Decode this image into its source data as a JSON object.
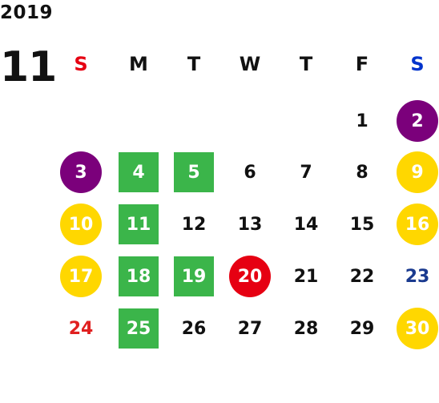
{
  "calendar": {
    "year": "2019",
    "month": "11",
    "weekdays": [
      {
        "label": "S",
        "color": "#e60012"
      },
      {
        "label": "M",
        "color": "#111111"
      },
      {
        "label": "T",
        "color": "#111111"
      },
      {
        "label": "W",
        "color": "#111111"
      },
      {
        "label": "T",
        "color": "#111111"
      },
      {
        "label": "F",
        "color": "#111111"
      },
      {
        "label": "S",
        "color": "#0033cc"
      }
    ],
    "days": [
      {
        "label": "1",
        "col": 5,
        "row": 0,
        "text_color": "#111111"
      },
      {
        "label": "2",
        "col": 6,
        "row": 0,
        "shape": "circle",
        "bg": "#7b007b",
        "text_color": "#ffffff"
      },
      {
        "label": "3",
        "col": 0,
        "row": 1,
        "shape": "circle",
        "bg": "#7b007b",
        "text_color": "#ffffff"
      },
      {
        "label": "4",
        "col": 1,
        "row": 1,
        "shape": "square",
        "bg": "#3bb54a",
        "text_color": "#ffffff"
      },
      {
        "label": "5",
        "col": 2,
        "row": 1,
        "shape": "square",
        "bg": "#3bb54a",
        "text_color": "#ffffff"
      },
      {
        "label": "6",
        "col": 3,
        "row": 1,
        "text_color": "#111111"
      },
      {
        "label": "7",
        "col": 4,
        "row": 1,
        "text_color": "#111111"
      },
      {
        "label": "8",
        "col": 5,
        "row": 1,
        "text_color": "#111111"
      },
      {
        "label": "9",
        "col": 6,
        "row": 1,
        "shape": "circle",
        "bg": "#ffd700",
        "text_color": "#ffffff"
      },
      {
        "label": "10",
        "col": 0,
        "row": 2,
        "shape": "circle",
        "bg": "#ffd700",
        "text_color": "#ffffff"
      },
      {
        "label": "11",
        "col": 1,
        "row": 2,
        "shape": "square",
        "bg": "#3bb54a",
        "text_color": "#ffffff"
      },
      {
        "label": "12",
        "col": 2,
        "row": 2,
        "text_color": "#111111"
      },
      {
        "label": "13",
        "col": 3,
        "row": 2,
        "text_color": "#111111"
      },
      {
        "label": "14",
        "col": 4,
        "row": 2,
        "text_color": "#111111"
      },
      {
        "label": "15",
        "col": 5,
        "row": 2,
        "text_color": "#111111"
      },
      {
        "label": "16",
        "col": 6,
        "row": 2,
        "shape": "circle",
        "bg": "#ffd700",
        "text_color": "#ffffff"
      },
      {
        "label": "17",
        "col": 0,
        "row": 3,
        "shape": "circle",
        "bg": "#ffd700",
        "text_color": "#ffffff"
      },
      {
        "label": "18",
        "col": 1,
        "row": 3,
        "shape": "square",
        "bg": "#3bb54a",
        "text_color": "#ffffff"
      },
      {
        "label": "19",
        "col": 2,
        "row": 3,
        "shape": "square",
        "bg": "#3bb54a",
        "text_color": "#ffffff"
      },
      {
        "label": "20",
        "col": 3,
        "row": 3,
        "shape": "circle",
        "bg": "#e60012",
        "text_color": "#ffffff"
      },
      {
        "label": "21",
        "col": 4,
        "row": 3,
        "text_color": "#111111"
      },
      {
        "label": "22",
        "col": 5,
        "row": 3,
        "text_color": "#111111"
      },
      {
        "label": "23",
        "col": 6,
        "row": 3,
        "text_color": "#1a3a8f"
      },
      {
        "label": "24",
        "col": 0,
        "row": 4,
        "text_color": "#e02020"
      },
      {
        "label": "25",
        "col": 1,
        "row": 4,
        "shape": "square",
        "bg": "#3bb54a",
        "text_color": "#ffffff"
      },
      {
        "label": "26",
        "col": 2,
        "row": 4,
        "text_color": "#111111"
      },
      {
        "label": "27",
        "col": 3,
        "row": 4,
        "text_color": "#111111"
      },
      {
        "label": "28",
        "col": 4,
        "row": 4,
        "text_color": "#111111"
      },
      {
        "label": "29",
        "col": 5,
        "row": 4,
        "text_color": "#111111"
      },
      {
        "label": "30",
        "col": 6,
        "row": 4,
        "shape": "circle",
        "bg": "#ffd700",
        "text_color": "#ffffff"
      }
    ]
  }
}
